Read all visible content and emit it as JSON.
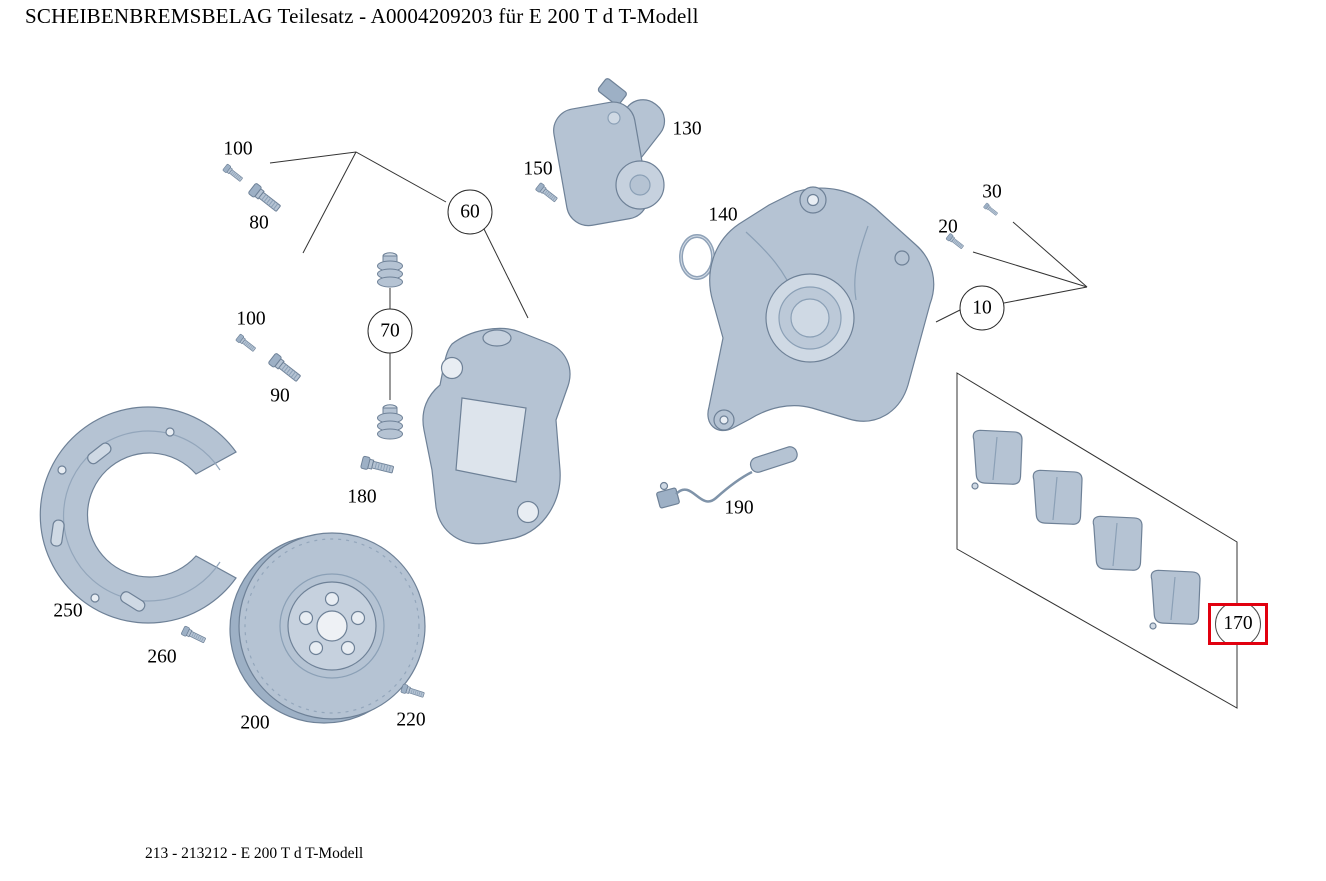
{
  "title": "SCHEIBENBREMSBELAG Teilesatz - A0004209203 für E 200 T d T-Modell",
  "footer": "213 - 213212 - E 200 T d T-Modell",
  "highlighted_callout": "170",
  "colors": {
    "highlight_box": "#e1000f",
    "part_fill": "#b5c3d3",
    "part_fill_light": "#cfd9e4",
    "part_stroke": "#6e8197",
    "leader_line": "#333333",
    "background": "#ffffff"
  },
  "callouts": [
    {
      "label": "100",
      "type": "plain"
    },
    {
      "label": "80",
      "type": "plain"
    },
    {
      "label": "60",
      "type": "circle"
    },
    {
      "label": "150",
      "type": "plain"
    },
    {
      "label": "130",
      "type": "plain"
    },
    {
      "label": "140",
      "type": "plain"
    },
    {
      "label": "100",
      "type": "plain"
    },
    {
      "label": "90",
      "type": "plain"
    },
    {
      "label": "70",
      "type": "circle"
    },
    {
      "label": "180",
      "type": "plain"
    },
    {
      "label": "190",
      "type": "plain"
    },
    {
      "label": "20",
      "type": "plain"
    },
    {
      "label": "30",
      "type": "plain"
    },
    {
      "label": "10",
      "type": "circle"
    },
    {
      "label": "250",
      "type": "plain"
    },
    {
      "label": "260",
      "type": "plain"
    },
    {
      "label": "200",
      "type": "plain"
    },
    {
      "label": "220",
      "type": "plain"
    },
    {
      "label": "170",
      "type": "highlight-box"
    }
  ]
}
